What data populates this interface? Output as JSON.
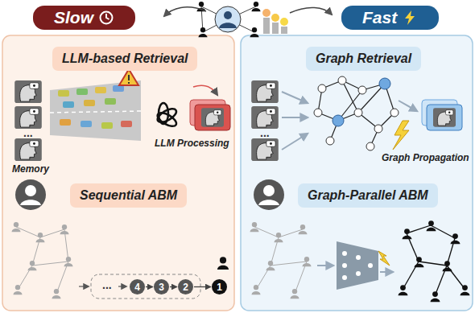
{
  "diagram": {
    "nodes": [
      {
        "text": [
          "Slow"
        ]
      },
      {
        "text": [
          "Fast"
        ]
      },
      {
        "text": [
          "LLM-based Retrieval"
        ]
      },
      {
        "text": [
          "Sequential ABM"
        ]
      },
      {
        "text": [
          "4"
        ]
      },
      {
        "text": [
          "3"
        ]
      },
      {
        "text": [
          "2"
        ]
      },
      {
        "text": [
          "1"
        ]
      },
      {
        "text": [
          "Graph Retrieval"
        ]
      },
      {
        "text": [
          "Graph-Parallel ABM"
        ]
      }
    ],
    "edges": [
      {
        "from": 4,
        "to": 5,
        "arrow": "to"
      },
      {
        "from": 5,
        "to": 6,
        "arrow": "to"
      },
      {
        "from": 6,
        "to": 7,
        "arrow": "to"
      }
    ],
    "labels": [
      "...",
      "Memory",
      "LLM Processing",
      "...",
      "...",
      "Graph Propagation"
    ]
  }
}
